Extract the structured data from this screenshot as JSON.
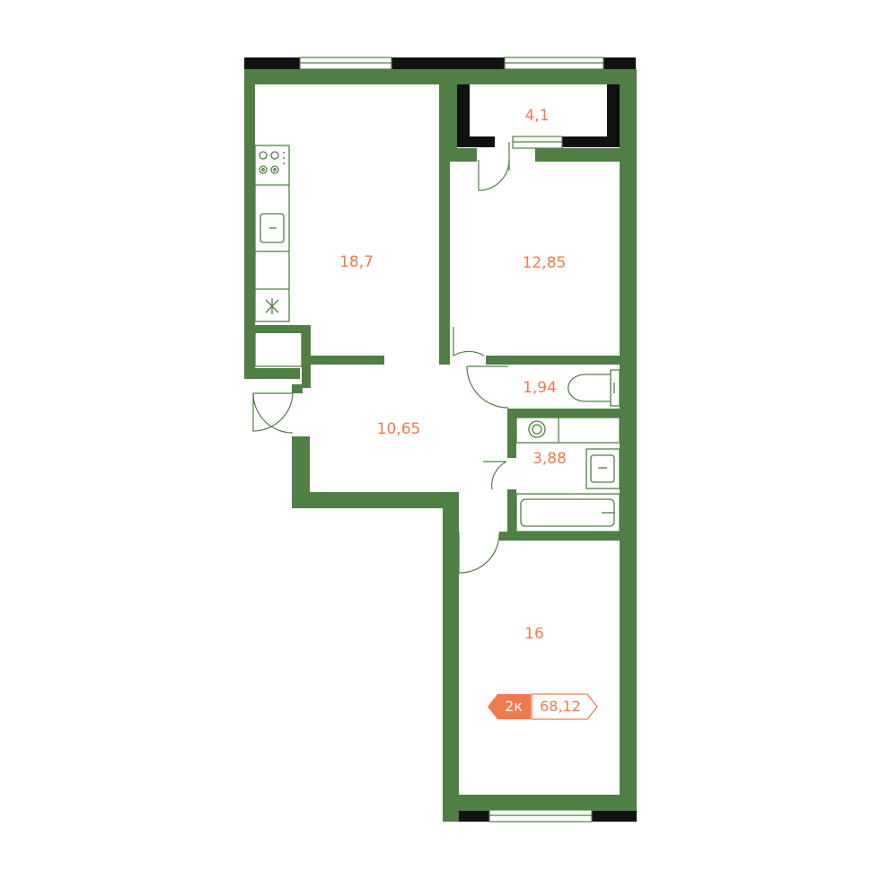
{
  "colors": {
    "wall": "#4f7f45",
    "exterior": "#111111",
    "accent": "#f07a50"
  },
  "rooms": [
    {
      "id": "kitchen",
      "area": "18,7"
    },
    {
      "id": "balcony",
      "area": "4,1"
    },
    {
      "id": "bedroom-1",
      "area": "12,85"
    },
    {
      "id": "toilet",
      "area": "1,94"
    },
    {
      "id": "hallway",
      "area": "10,65"
    },
    {
      "id": "bathroom",
      "area": "3,88"
    },
    {
      "id": "bedroom-2",
      "area": "16"
    }
  ],
  "badge": {
    "rooms": "2к",
    "total_area": "68,12"
  },
  "icons": [
    "stove-icon",
    "sink-icon",
    "fan-icon",
    "toilet-icon",
    "boiler-icon",
    "washbasin-icon",
    "bathtub-icon"
  ]
}
